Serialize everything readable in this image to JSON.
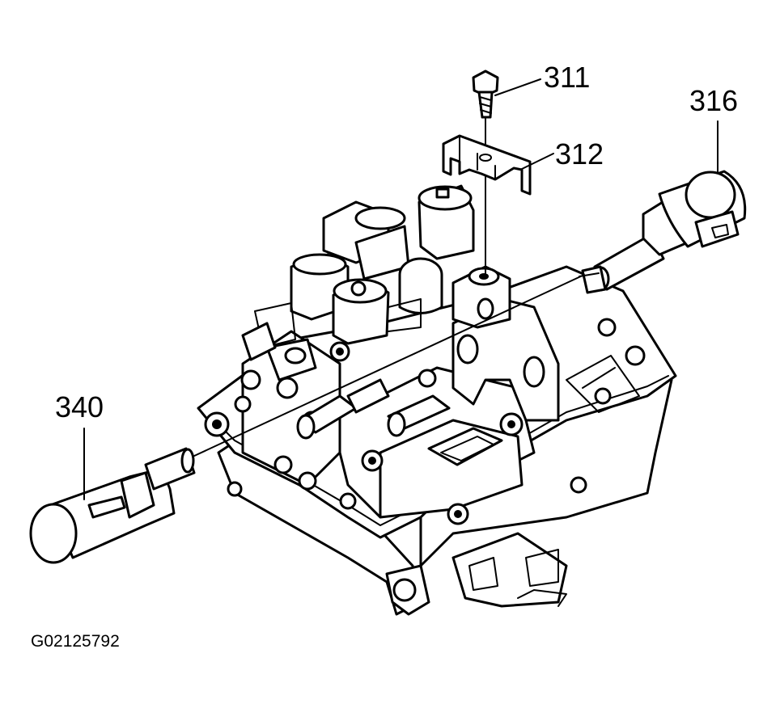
{
  "callouts": {
    "c311": "311",
    "c312": "312",
    "c316": "316",
    "c340": "340"
  },
  "figure_id": "G02125792"
}
